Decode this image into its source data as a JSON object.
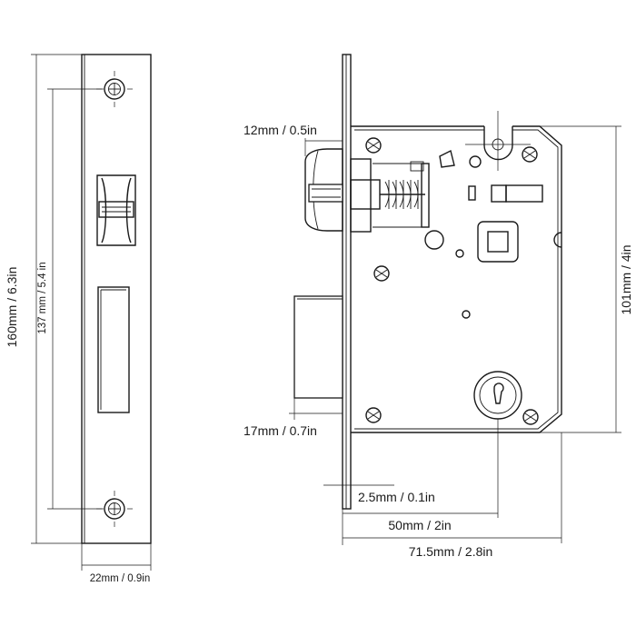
{
  "dimensions": {
    "height_total": "160mm / 6.3in",
    "screw_spacing": "137 mm / 5.4 in",
    "faceplate_width": "22mm / 0.9in",
    "bolt_protrusion": "12mm / 0.5in",
    "latch_protrusion": "17mm / 0.7in",
    "case_height": "101mm / 4in",
    "faceplate_thickness": "2.5mm / 0.1in",
    "backset": "50mm / 2in",
    "case_depth": "71.5mm / 2.8in"
  }
}
